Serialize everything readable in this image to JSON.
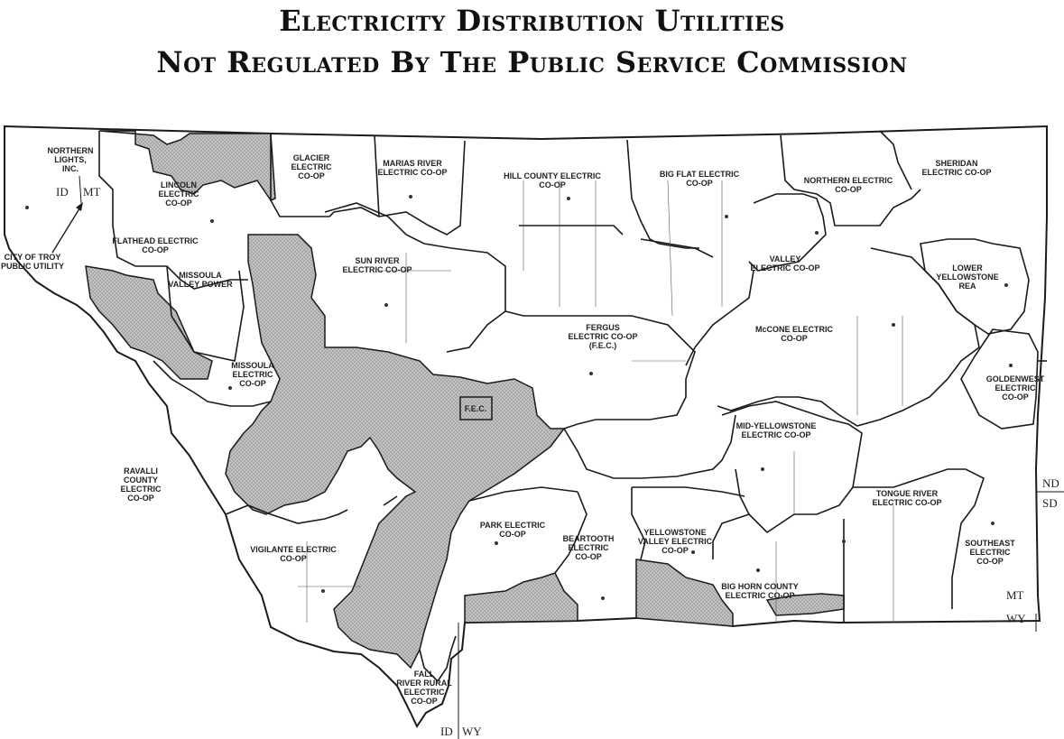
{
  "title": {
    "line1": "Electricity Distribution Utilities",
    "line2": "Not Regulated By The Public Service Commission"
  },
  "colors": {
    "shaded": "#b9b9b9",
    "border": "#1a1a1a",
    "background": "#ffffff"
  },
  "regions": [
    {
      "key": "northern_lights",
      "lines": [
        "NORTHERN",
        "LIGHTS,",
        "INC."
      ]
    },
    {
      "key": "lincoln",
      "lines": [
        "LINCOLN",
        "ELECTRIC",
        "CO-OP"
      ]
    },
    {
      "key": "glacier",
      "lines": [
        "GLACIER",
        "ELECTRIC",
        "CO-OP"
      ]
    },
    {
      "key": "marias",
      "lines": [
        "MARIAS RIVER",
        "ELECTRIC CO-OP"
      ]
    },
    {
      "key": "hill_county",
      "lines": [
        "HILL COUNTY ELECTRIC",
        "CO-OP"
      ]
    },
    {
      "key": "big_flat",
      "lines": [
        "BIG FLAT ELECTRIC",
        "CO-OP"
      ]
    },
    {
      "key": "northern_electric",
      "lines": [
        "NORTHERN ELECTRIC",
        "CO-OP"
      ]
    },
    {
      "key": "sheridan",
      "lines": [
        "SHERIDAN",
        "ELECTRIC CO-OP"
      ]
    },
    {
      "key": "flathead",
      "lines": [
        "FLATHEAD ELECTRIC",
        "CO-OP"
      ]
    },
    {
      "key": "missoula_valley",
      "lines": [
        "MISSOULA",
        "VALLEY POWER"
      ]
    },
    {
      "key": "sun_river",
      "lines": [
        "SUN RIVER",
        "ELECTRIC CO-OP"
      ]
    },
    {
      "key": "valley",
      "lines": [
        "VALLEY",
        "ELECTRIC CO-OP"
      ]
    },
    {
      "key": "lower_yellowstone",
      "lines": [
        "LOWER",
        "YELLOWSTONE",
        "REA"
      ]
    },
    {
      "key": "mccone",
      "lines": [
        "McCONE ELECTRIC",
        "CO-OP"
      ]
    },
    {
      "key": "fergus",
      "lines": [
        "FERGUS",
        "ELECTRIC CO-OP",
        "(F.E.C.)"
      ]
    },
    {
      "key": "missoula_electric",
      "lines": [
        "MISSOULA",
        "ELECTRIC",
        "CO-OP"
      ]
    },
    {
      "key": "goldenwest",
      "lines": [
        "GOLDENWEST",
        "ELECTRIC",
        "CO-OP"
      ]
    },
    {
      "key": "fec_box",
      "lines": [
        "F.E.C."
      ]
    },
    {
      "key": "mid_yellowstone",
      "lines": [
        "MID-YELLOWSTONE",
        "ELECTRIC CO-OP"
      ]
    },
    {
      "key": "ravalli",
      "lines": [
        "RAVALLI",
        "COUNTY",
        "ELECTRIC",
        "CO-OP"
      ]
    },
    {
      "key": "tongue_river",
      "lines": [
        "TONGUE RIVER",
        "ELECTRIC CO-OP"
      ]
    },
    {
      "key": "park",
      "lines": [
        "PARK ELECTRIC",
        "CO-OP"
      ]
    },
    {
      "key": "beartooth",
      "lines": [
        "BEARTOOTH",
        "ELECTRIC",
        "CO-OP"
      ]
    },
    {
      "key": "yellowstone_valley",
      "lines": [
        "YELLOWSTONE",
        "VALLEY ELECTRIC",
        "CO-OP"
      ]
    },
    {
      "key": "southeast",
      "lines": [
        "SOUTHEAST",
        "ELECTRIC",
        "CO-OP"
      ]
    },
    {
      "key": "vigilante",
      "lines": [
        "VIGILANTE ELECTRIC",
        "CO-OP"
      ]
    },
    {
      "key": "big_horn",
      "lines": [
        "BIG HORN COUNTY",
        "ELECTRIC CO-OP"
      ]
    },
    {
      "key": "fall_river",
      "lines": [
        "FALL",
        "RIVER RURAL",
        "ELECTRIC",
        "CO-OP"
      ]
    },
    {
      "key": "city_of_troy",
      "lines": [
        "CITY OF TROY",
        "PUBLIC UTILITY"
      ]
    }
  ],
  "state_labels": {
    "id_top": "ID",
    "mt_top": "MT",
    "nd": "ND",
    "sd": "SD",
    "mt_se": "MT",
    "wy_se": "WY",
    "id_bottom": "ID",
    "wy_bottom": "WY"
  }
}
